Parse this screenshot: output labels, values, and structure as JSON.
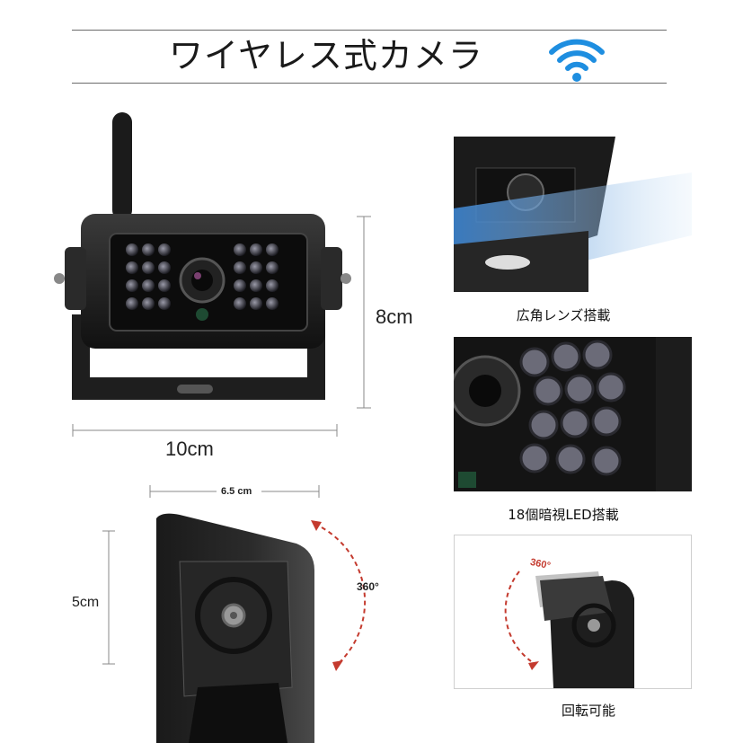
{
  "header": {
    "title": "ワイヤレス式カメラ",
    "wifi_icon": "wifi-icon",
    "accent_color": "#1e8ee0"
  },
  "main_camera": {
    "width_label": "10cm",
    "height_label": "8cm"
  },
  "bracket": {
    "width_label": "6.5 cm",
    "height_label": "5cm",
    "rotation_label": "360°"
  },
  "features": [
    {
      "caption": "広角レンズ搭載"
    },
    {
      "caption": "18個暗視LED搭載"
    },
    {
      "caption": "回転可能",
      "rotation_label": "360°"
    }
  ]
}
